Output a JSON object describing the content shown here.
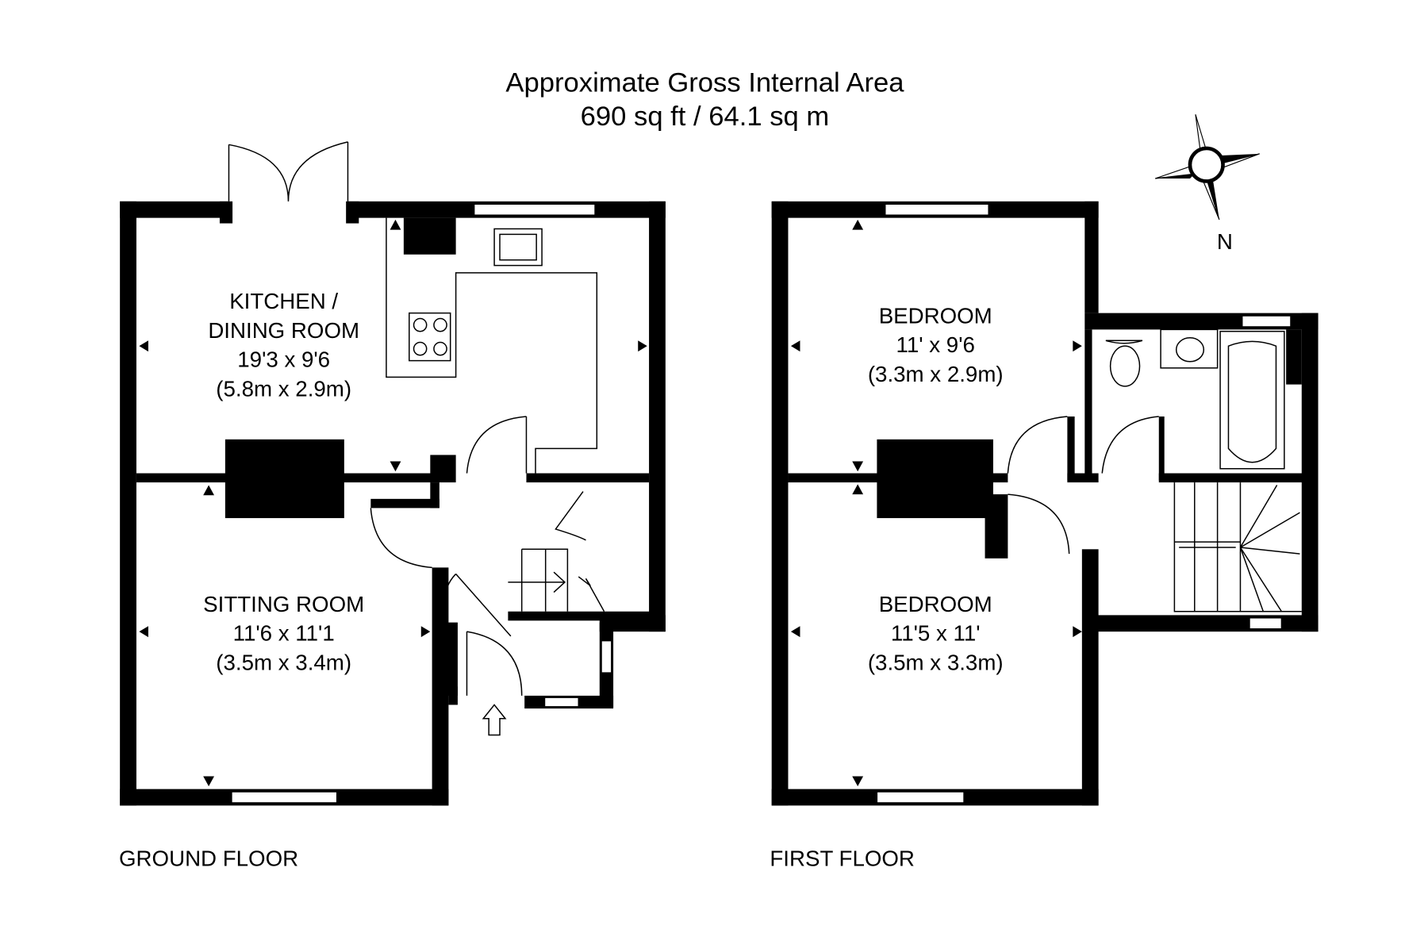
{
  "header": {
    "title": "Approximate Gross Internal Area",
    "area": "690 sq ft / 64.1 sq m"
  },
  "compass": {
    "label": "N"
  },
  "ground_floor": {
    "label": "GROUND FLOOR",
    "rooms": [
      {
        "name_line1": "KITCHEN /",
        "name_line2": "DINING ROOM",
        "imperial": "19'3 x 9'6",
        "metric": "(5.8m x 2.9m)"
      },
      {
        "name": "SITTING ROOM",
        "imperial": "11'6 x 11'1",
        "metric": "(3.5m x 3.4m)"
      }
    ]
  },
  "first_floor": {
    "label": "FIRST FLOOR",
    "rooms": [
      {
        "name": "BEDROOM",
        "imperial": "11' x 9'6",
        "metric": "(3.3m x 2.9m)"
      },
      {
        "name": "BEDROOM",
        "imperial": "11'5 x 11'",
        "metric": "(3.5m x 3.3m)"
      }
    ]
  }
}
